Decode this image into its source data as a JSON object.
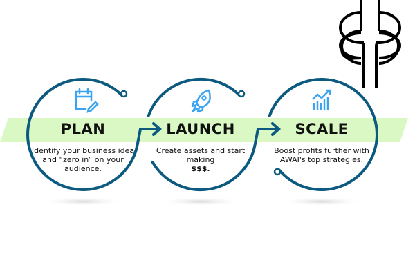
{
  "colors": {
    "circle": "#0c5a80",
    "icon": "#3ba4f0",
    "band": "#d9f8c4",
    "symbol": "#000000"
  },
  "steps": [
    {
      "title": "PLAN",
      "description": "Identify your business idea and “zero in” on your audience.",
      "icon": "calendar-edit-icon"
    },
    {
      "title": "LAUNCH",
      "description": "Create assets and start making",
      "description_bold": "$$$.",
      "icon": "rocket-icon"
    },
    {
      "title": "SCALE",
      "description": "Boost profits further with AWAI's top strategies.",
      "icon": "growth-chart-icon"
    }
  ]
}
